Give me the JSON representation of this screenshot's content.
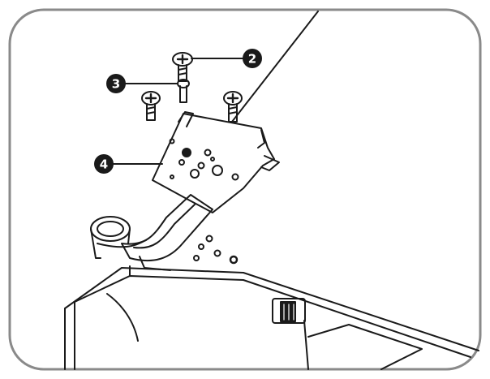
{
  "callouts": [
    {
      "number": "2",
      "part": "screw"
    },
    {
      "number": "3",
      "part": "screw"
    },
    {
      "number": "4",
      "part": "mounting-bracket"
    }
  ],
  "colors": {
    "line": "#1a1a1a",
    "frame": "#8a8a8a",
    "marker_fill": "#1a1a1a",
    "marker_text": "#ffffff",
    "background": "#ffffff"
  }
}
